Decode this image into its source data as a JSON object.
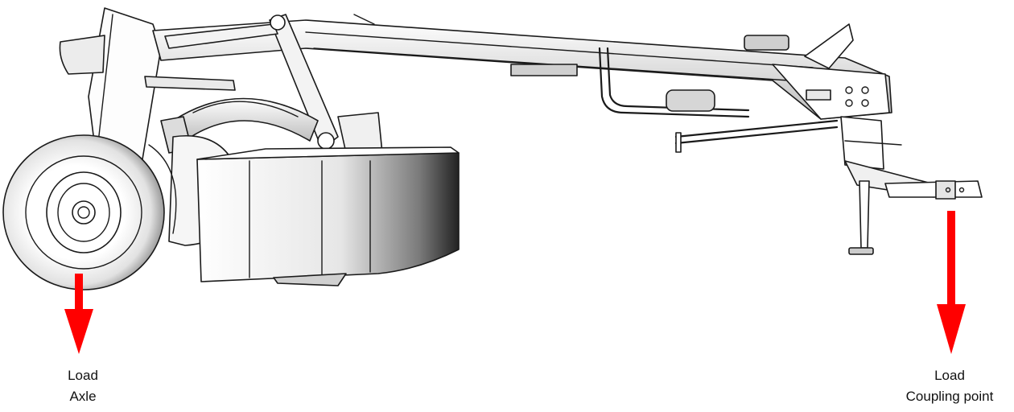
{
  "labels": {
    "axle": {
      "line1": "Load",
      "line2": "Axle"
    },
    "coupling": {
      "line1": "Load",
      "line2": "Coupling point"
    }
  },
  "colors": {
    "arrow": "#ff0000",
    "outline": "#1a1a1a",
    "shade": "#d9d9d9"
  },
  "icons": {
    "axle_arrow": "arrow-down-icon",
    "coupling_arrow": "arrow-down-icon"
  }
}
